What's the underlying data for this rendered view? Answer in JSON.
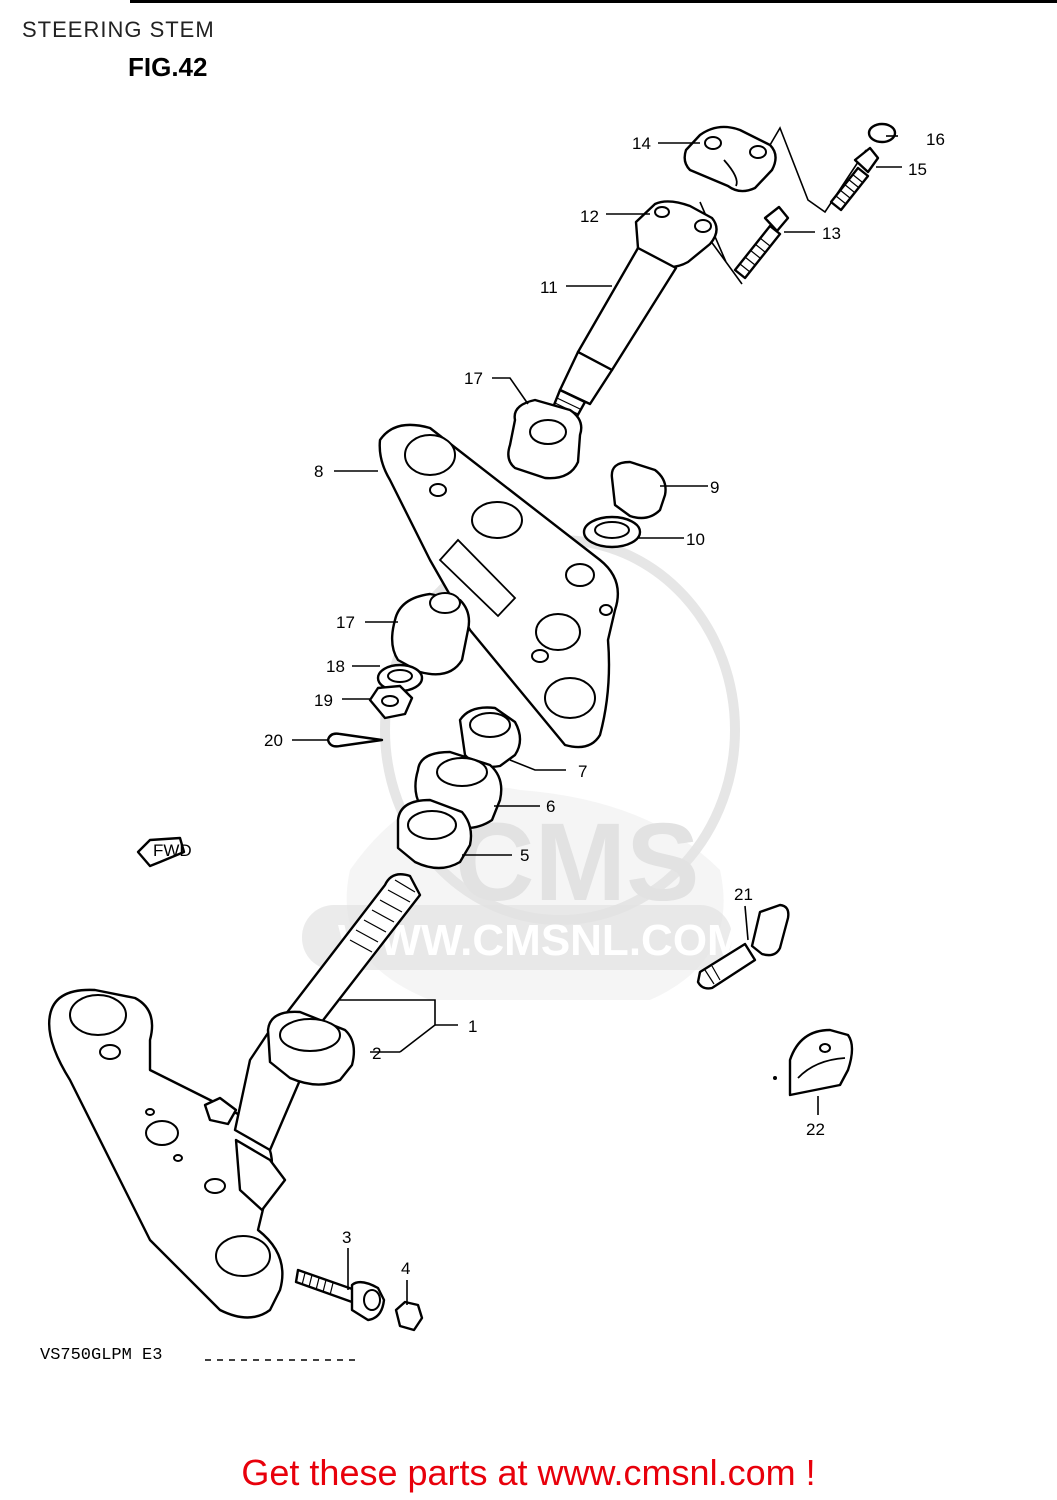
{
  "header": {
    "title": "STEERING STEM",
    "figure": "FIG.42"
  },
  "model_code": "VS750GLPM  E3",
  "watermark": {
    "brand": "CMS",
    "url": "WWW.CMSNL.COM"
  },
  "direction_label": "FWD",
  "callouts": [
    "1",
    "2",
    "3",
    "4",
    "5",
    "6",
    "7",
    "8",
    "9",
    "10",
    "11",
    "12",
    "13",
    "14",
    "15",
    "16",
    "17",
    "17",
    "18",
    "19",
    "20",
    "21",
    "22"
  ],
  "footer": {
    "text": "Get these parts at www.cmsnl.com !",
    "color": "#e8000b"
  }
}
